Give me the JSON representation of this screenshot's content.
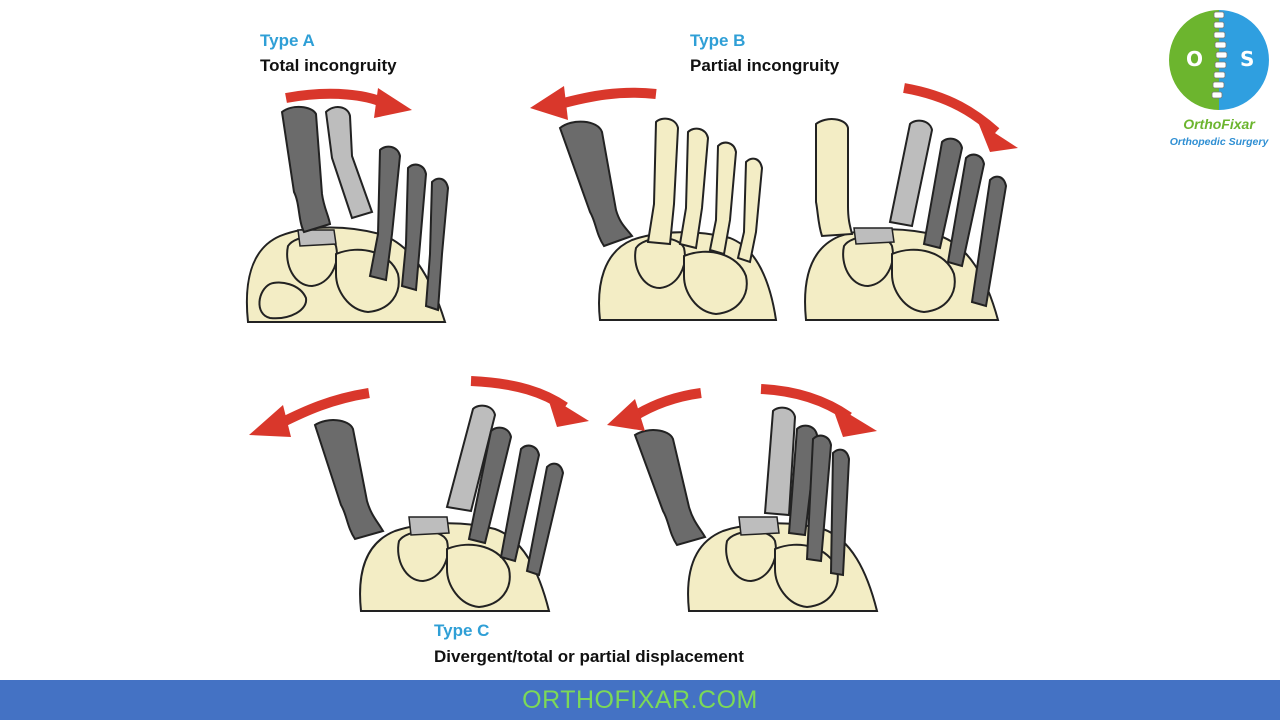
{
  "type_a": {
    "title": "Type A",
    "description": "Total incongruity"
  },
  "type_b": {
    "title": "Type B",
    "description": "Partial incongruity"
  },
  "type_c": {
    "title": "Type C",
    "description": "Divergent/total or partial displacement"
  },
  "logo": {
    "name": "OrthoFixar",
    "subtitle": "Orthopedic Surgery"
  },
  "footer": {
    "text": "ORTHOFIXAR.COM"
  },
  "colors": {
    "accent_blue": "#2f9fd6",
    "arrow_red": "#d9372b",
    "bone_light": "#f3edc5",
    "bone_dark": "#6b6b6b",
    "bone_gray": "#bdbdbd",
    "footer_bg": "#4472c4",
    "footer_text": "#7cd957",
    "logo_green": "#6cb52e"
  },
  "icons": [
    "orthofixar-logo-icon",
    "curved-arrow-icon"
  ]
}
